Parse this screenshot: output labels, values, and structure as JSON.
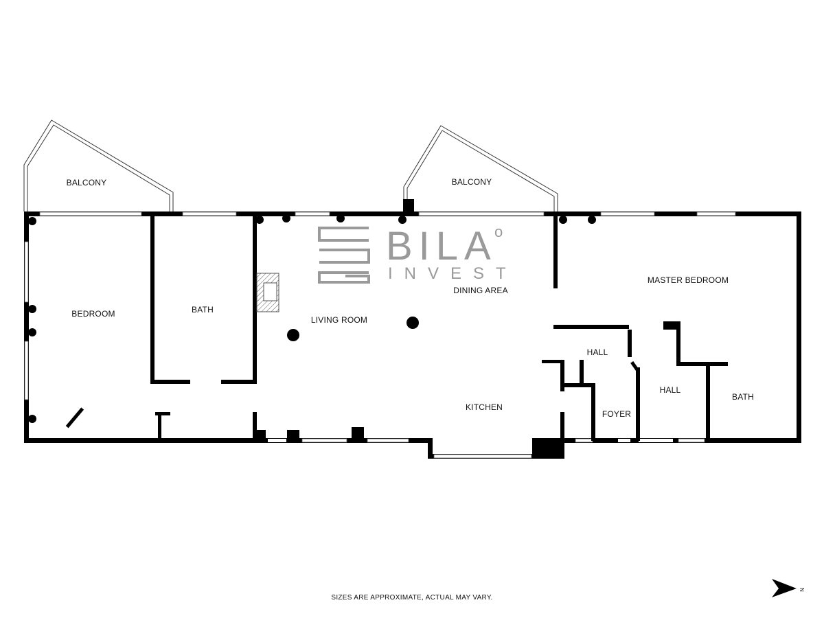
{
  "brand": {
    "name": "BILA",
    "degree_mark": "o",
    "subtitle": "INVEST",
    "color": "#9a9a9a"
  },
  "rooms": {
    "balcony_left": "BALCONY",
    "balcony_right": "BALCONY",
    "bedroom": "BEDROOM",
    "bath_left": "BATH",
    "living_room": "LIVING ROOM",
    "dining_area": "DINING AREA",
    "master_bedroom": "MASTER BEDROOM",
    "hall_upper": "HALL",
    "hall_lower": "HALL",
    "kitchen": "KITCHEN",
    "foyer": "FOYER",
    "bath_right": "BATH"
  },
  "footer_note": "SIZES ARE APPROXIMATE, ACTUAL MAY VARY.",
  "compass": {
    "label": "N",
    "icon": "north-arrow-icon"
  },
  "colors": {
    "wall": "#000000",
    "window": "#ffffff",
    "balcony_rail": "#333333"
  }
}
